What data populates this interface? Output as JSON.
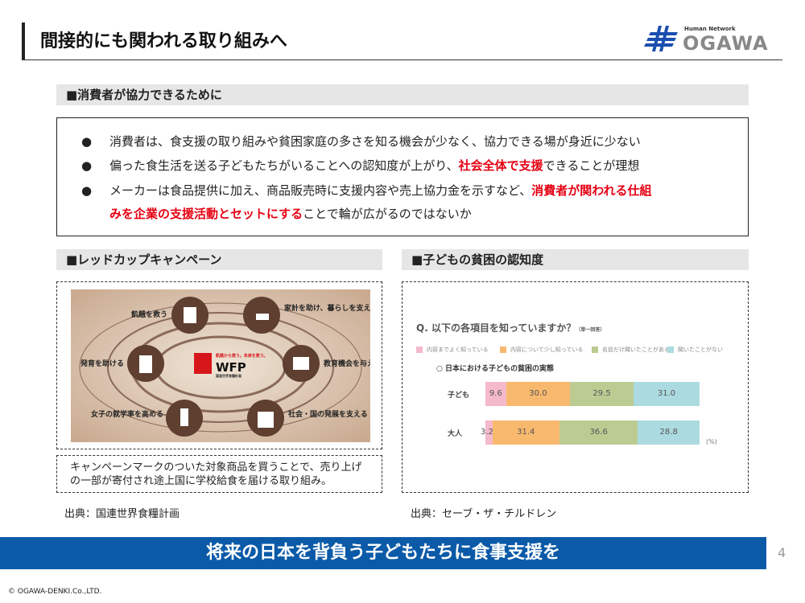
{
  "header": {
    "title": "間接的にも関われる取り組みへ",
    "logo": {
      "tagline": "Human Network",
      "name": "OGAWA"
    }
  },
  "section1": {
    "heading": "■消費者が協力できるために",
    "bullets": [
      {
        "symbol": "●",
        "parts": [
          {
            "text": "消費者は、食支援の取り組みや貧困家庭の多さを知る機会が少なく、協力できる場が身近に少ない",
            "em": false
          }
        ]
      },
      {
        "symbol": "●",
        "parts": [
          {
            "text": "偏った食生活を送る子どもたちがいることへの認知度が上がり、",
            "em": false
          },
          {
            "text": "社会全体で支援",
            "em": true
          },
          {
            "text": "できることが理想",
            "em": false
          }
        ]
      },
      {
        "symbol": "●",
        "parts": [
          {
            "text": "メーカーは食品提供に加え、商品販売時に支援内容や売上協力金を示すなど、",
            "em": false
          },
          {
            "text": "消費者が関われる仕組",
            "em": true
          }
        ]
      },
      {
        "symbol": "",
        "parts": [
          {
            "text": "みを企業の支援活動とセットにする",
            "em": true
          },
          {
            "text": "ことで輪が広がるのではないか",
            "em": false
          }
        ]
      }
    ]
  },
  "red_cup": {
    "heading": "■レッドカップキャンペーン",
    "image": {
      "items": [
        "飢餓を救う",
        "家計を助け、暮らしを支える",
        "発育を助ける",
        "教育機会を与える",
        "女子の就学率を高める",
        "社会・国の発展を支える"
      ],
      "logo_slogan": "飢餓から救う。未来を救う。",
      "logo_name": "WFP",
      "logo_sub": "国連世界食糧計画"
    },
    "caption": "キャンペーンマークのついた対象商品を買うことで、売り上げの一部が寄付され途上国に学校給食を届ける取り組み。",
    "source": "出典：国連世界食糧計画"
  },
  "awareness": {
    "heading": "■子どもの貧困の認知度",
    "source": "出典：セーブ・ザ・チルドレン"
  },
  "chart_data": {
    "type": "bar",
    "orientation": "horizontal",
    "stacked": true,
    "title": "Q. 以下の各項目を知っていますか？",
    "title_note": "（単一回答）",
    "subtitle": "○ 日本における子どもの貧困の実態",
    "categories": [
      "子ども",
      "大人"
    ],
    "series": [
      {
        "name": "内容までよく知っている",
        "color": "#f4b9cb",
        "values": [
          9.6,
          3.2
        ]
      },
      {
        "name": "内容について少し知っている",
        "color": "#f8b96e",
        "values": [
          30.0,
          31.4
        ]
      },
      {
        "name": "名前だけ聞いたことがある",
        "color": "#bccb92",
        "values": [
          29.5,
          36.6
        ]
      },
      {
        "name": "聞いたことがない",
        "color": "#abdbe0",
        "values": [
          31.0,
          28.8
        ]
      }
    ],
    "unit": "(%)",
    "xlim": [
      0,
      100
    ]
  },
  "banner": {
    "text": "将来の日本を背負う子どもたちに食事支援を"
  },
  "page_number": "4",
  "footer": {
    "copyright": "© OGAWA-DENKI.Co.,LTD."
  }
}
